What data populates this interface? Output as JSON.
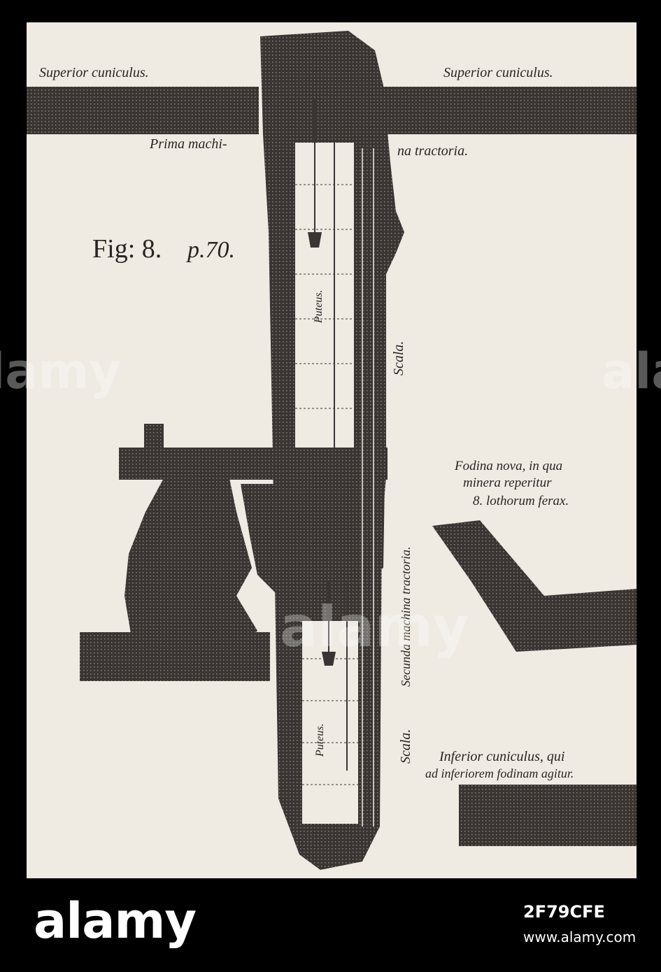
{
  "plate": {
    "figure_label": "Fig: 8.",
    "page_ref": "p.70.",
    "labels": {
      "superior_left": "Superior cuniculus.",
      "superior_right": "Superior cuniculus.",
      "prima_a": "Prima machi-",
      "prima_b": "na tractoria.",
      "puteus_upper": "Puteus.",
      "puteus_lower": "Puteus.",
      "scala_upper": "Scala.",
      "scala_lower": "Scala.",
      "secunda": "Secunda machina tractoria.",
      "fodina_1": "Fodina nova, in qua",
      "fodina_2": "minera reperitur",
      "fodina_3": "8. lothorum ferax.",
      "inferior_1": "Inferior cuniculus, qui",
      "inferior_2": "ad inferiorem fodinam agitur."
    }
  },
  "watermark": {
    "logo": "alamy",
    "stock_id": "2F79CFE",
    "stock_url": "www.alamy.com"
  },
  "colors": {
    "paper": "#efeae2",
    "ink": "#3a3532",
    "frame": "#000000"
  }
}
